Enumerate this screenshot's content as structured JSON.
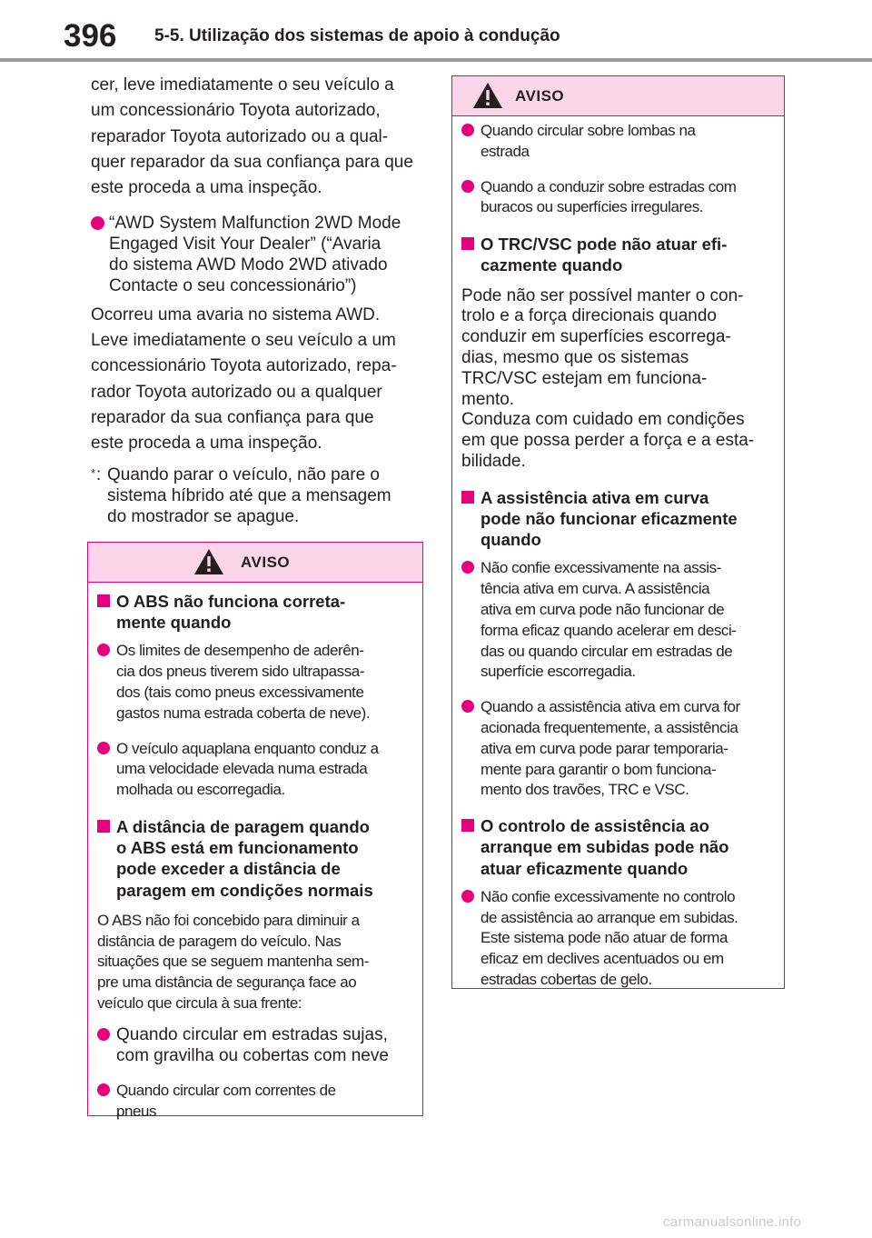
{
  "header": {
    "page_number": "396",
    "section_title": "5-5. Utilização dos sistemas de apoio à condução"
  },
  "left_column": {
    "intro_lines": [
      "cer, leve imediatamente o seu veículo a",
      "um concessionário Toyota autorizado,",
      "reparador Toyota autorizado ou a qual-",
      "quer reparador da sua confiança para que",
      "este proceda a uma inspeção."
    ],
    "bullet_lines": [
      "“AWD System Malfunction 2WD Mode",
      "Engaged Visit Your Dealer” (“Avaria",
      "do sistema AWD Modo 2WD ativado",
      "Contacte o seu concessionário”)"
    ],
    "body_lines": [
      "Ocorreu uma avaria no sistema AWD.",
      "Leve imediatamente o seu veículo a um",
      "concessionário Toyota autorizado, repa-",
      "rador Toyota autorizado ou a qualquer",
      "reparador da sua confiança para que",
      "este proceda a uma inspeção."
    ],
    "footnote_mark": "*",
    "footnote_colon": ":",
    "footnote_lines": [
      "Quando parar o veículo, não pare o",
      "sistema híbrido até que a mensagem",
      "do mostrador se apague."
    ]
  },
  "box_left": {
    "label": "AVISO",
    "section1_title": [
      "O ABS não funciona correta-",
      "mente quando"
    ],
    "section1_items": [
      [
        "Os limites de desempenho de aderên-",
        "cia dos pneus tiverem sido ultrapassa-",
        "dos (tais como pneus excessivamente",
        "gastos numa estrada coberta de neve)."
      ],
      [
        "O veículo aquaplana enquanto conduz a",
        "uma velocidade elevada numa estrada",
        "molhada ou escorregadia."
      ]
    ],
    "section2_title": [
      "A distância de paragem quando",
      "o ABS está em funcionamento",
      "pode exceder a distância de",
      "paragem em condições normais"
    ],
    "section2_text": [
      "O ABS não foi concebido para diminuir a",
      "distância de paragem do veículo. Nas",
      "situações que se seguem mantenha sem-",
      "pre uma distância de segurança face ao",
      "veículo que circula à sua frente:"
    ],
    "section2_items": [
      [
        "Quando circular em estradas sujas,",
        "com gravilha ou cobertas com neve"
      ],
      [
        "Quando circular com correntes de",
        "pneus"
      ]
    ]
  },
  "box_right": {
    "label": "AVISO",
    "top_items": [
      [
        "Quando circular sobre lombas na",
        "estrada"
      ],
      [
        "Quando a conduzir sobre estradas com",
        "buracos ou superfícies irregulares."
      ]
    ],
    "section1_title": [
      "O TRC/VSC pode não atuar efi-",
      "cazmente quando"
    ],
    "section1_text": [
      "Pode não ser possível manter o con-",
      "trolo e a força direcionais quando",
      "conduzir em superfícies escorrega-",
      "dias, mesmo que os sistemas",
      "TRC/VSC estejam em funciona-",
      "mento.",
      "Conduza com cuidado em condições",
      "em que possa perder a força e a esta-",
      "bilidade."
    ],
    "section2_title": [
      "A assistência ativa em curva",
      "pode não funcionar eficazmente",
      "quando"
    ],
    "section2_items": [
      [
        "Não confie excessivamente na assis-",
        "tência ativa em curva. A assistência",
        "ativa em curva pode não funcionar de",
        "forma eficaz quando acelerar em desci-",
        "das ou quando circular em estradas de",
        "superfície escorregadia."
      ],
      [
        "Quando a assistência ativa em curva for",
        "acionada frequentemente, a assistência",
        "ativa em curva pode parar temporaria-",
        "mente para garantir o bom funciona-",
        "mento dos travões, TRC e VSC."
      ]
    ],
    "section3_title": [
      "O controlo de assistência ao",
      "arranque em subidas pode não",
      "atuar eficazmente quando"
    ],
    "section3_items": [
      [
        "Não confie excessivamente no controlo",
        "de assistência ao arranque em subidas.",
        "Este sistema pode não atuar de forma",
        "eficaz em declives acentuados ou em",
        "estradas cobertas de gelo."
      ]
    ]
  },
  "watermark": "carmanualsonline.info",
  "colors": {
    "accent": "#e6007e",
    "box_header": "#fbd5ea",
    "rule": "#9a9a9a"
  }
}
